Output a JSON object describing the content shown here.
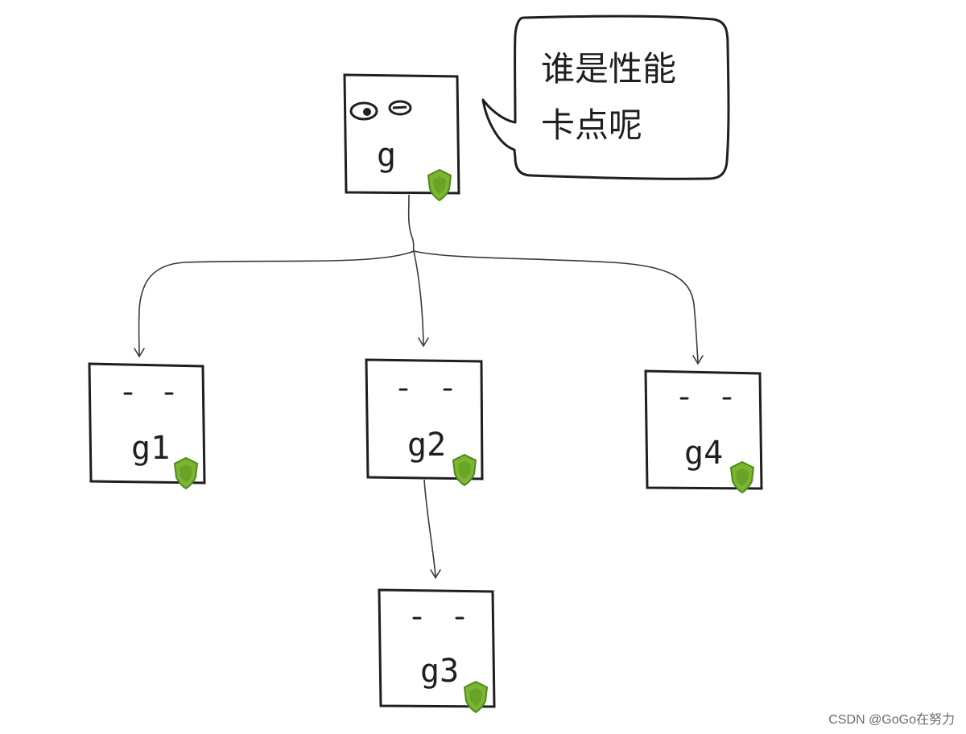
{
  "diagram": {
    "bubble": {
      "line1": "谁是性能",
      "line2": "卡点呢"
    },
    "nodes": [
      {
        "id": "g",
        "label": "g",
        "face": "eyes"
      },
      {
        "id": "g1",
        "label": "g1",
        "face": "dashes"
      },
      {
        "id": "g2",
        "label": "g2",
        "face": "dashes"
      },
      {
        "id": "g3",
        "label": "g3",
        "face": "dashes"
      },
      {
        "id": "g4",
        "label": "g4",
        "face": "dashes"
      }
    ],
    "edges": [
      {
        "from": "g",
        "to": "g1"
      },
      {
        "from": "g",
        "to": "g2"
      },
      {
        "from": "g",
        "to": "g4"
      },
      {
        "from": "g2",
        "to": "g3"
      }
    ],
    "colors": {
      "shield_fill": "#7cb531",
      "shield_stroke": "#4e8a1c",
      "line": "#1f1f1f"
    },
    "icons": {
      "badge": "shield-icon"
    }
  },
  "watermark": "CSDN @GoGo在努力"
}
